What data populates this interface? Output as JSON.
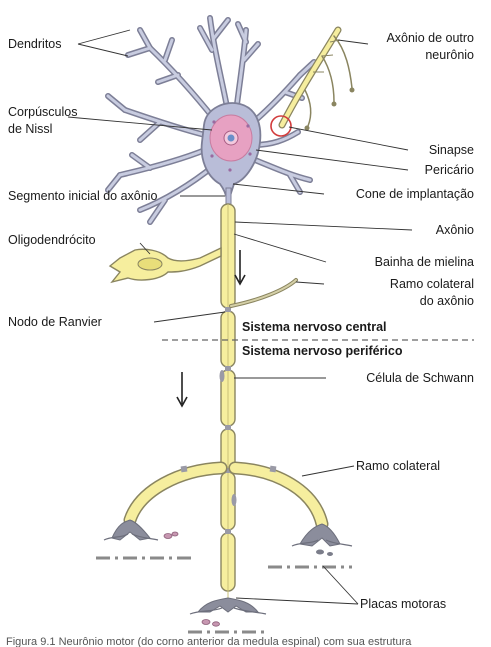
{
  "labels": {
    "dendritos": "Dendritos",
    "axonio_outro_1": "Axônio de outro",
    "axonio_outro_2": "neurônio",
    "corpusculos_1": "Corpúsculos",
    "corpusculos_2": "de Nissl",
    "sinapse": "Sinapse",
    "pericario": "Pericário",
    "segmento_inicial": "Segmento inicial do axônio",
    "cone": "Cone de implantação",
    "axonio": "Axônio",
    "oligodendrocito": "Oligodendrócito",
    "bainha": "Bainha de mielina",
    "ramo_colateral_axonio_1": "Ramo colateral",
    "ramo_colateral_axonio_2": "do axônio",
    "nodo_ranvier": "Nodo de Ranvier",
    "snc": "Sistema nervoso central",
    "snp": "Sistema nervoso periférico",
    "celula_schwann": "Célula de Schwann",
    "ramo_colateral": "Ramo colateral",
    "placas_motoras": "Placas motoras"
  },
  "caption": "Figura 9.1 Neurônio motor (do corno anterior da medula espinal) com sua estrutura",
  "colors": {
    "neuron_body": "#b9bdd8",
    "neuron_outline": "#7d7f97",
    "nucleus": "#e7a1c2",
    "nucleolus": "#6b8fc9",
    "myelin": "#f6ee9e",
    "myelin_outline": "#8a8560",
    "synapse_circle": "#d23c3c"
  }
}
